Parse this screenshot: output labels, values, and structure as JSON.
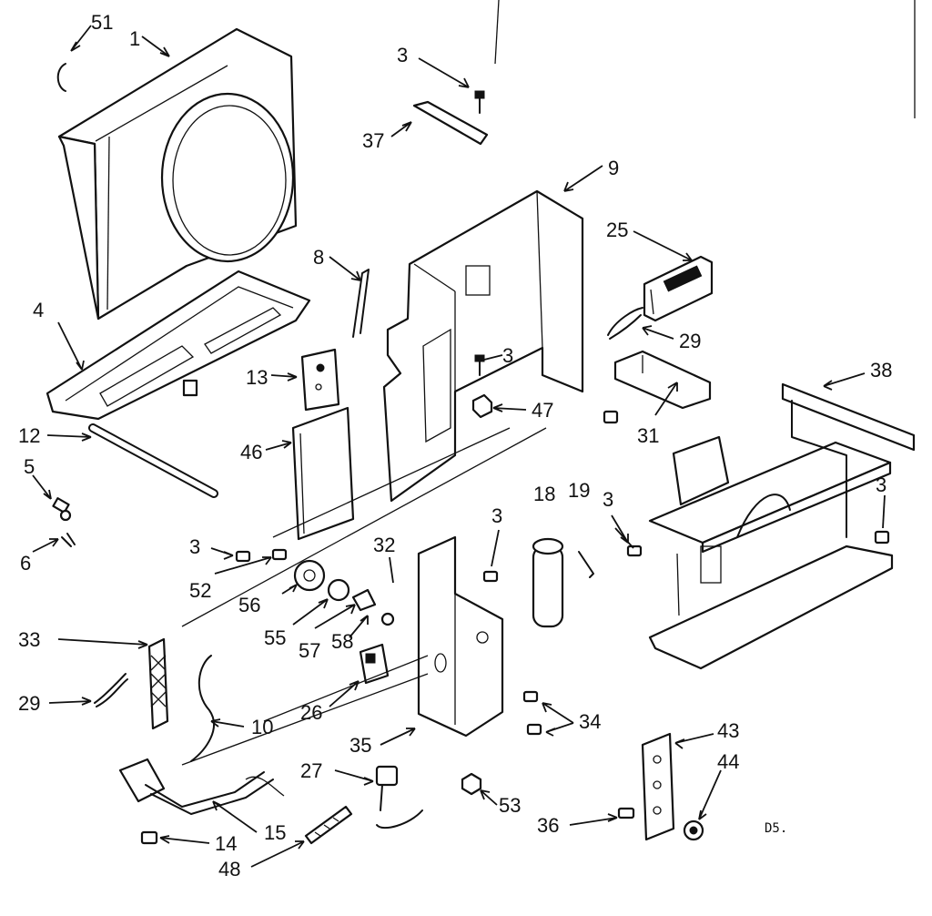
{
  "diagram": {
    "code": "D5.",
    "labels": {
      "p51": "51",
      "p1": "1",
      "p3a": "3",
      "p37": "37",
      "p9": "9",
      "p25": "25",
      "p8": "8",
      "p4": "4",
      "p29a": "29",
      "p3b": "3",
      "p13": "13",
      "p47": "47",
      "p31": "31",
      "p38": "38",
      "p12": "12",
      "p5": "5",
      "p46": "46",
      "p6": "6",
      "p18": "18",
      "p19": "19",
      "p3c": "3",
      "p3d": "3",
      "p3e": "3",
      "p32": "32",
      "p3f": "3",
      "p52": "52",
      "p56": "56",
      "p55": "55",
      "p57": "57",
      "p58": "58",
      "p33": "33",
      "p29b": "29",
      "p26": "26",
      "p10": "10",
      "p34": "34",
      "p35": "35",
      "p43": "43",
      "p44": "44",
      "p27": "27",
      "p53": "53",
      "p36": "36",
      "p14": "14",
      "p15": "15",
      "p48": "48"
    }
  }
}
